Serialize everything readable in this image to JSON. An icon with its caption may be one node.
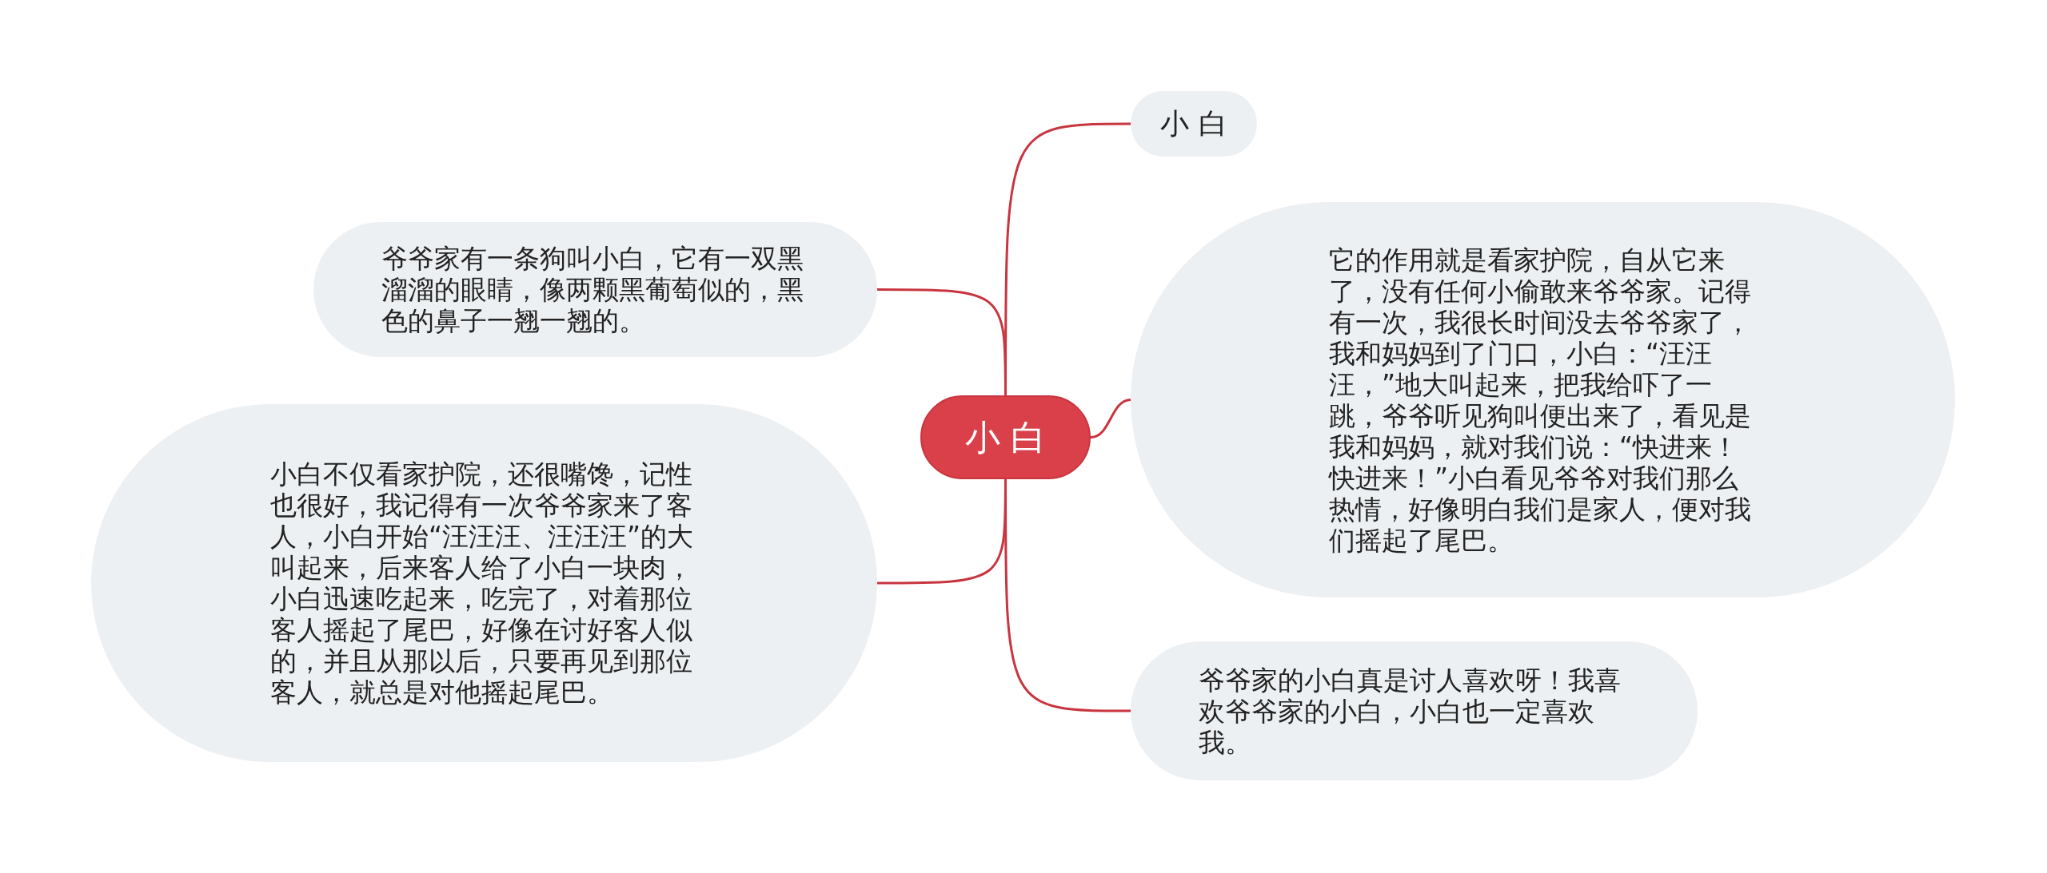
{
  "diagram": {
    "nodes": [
      {
        "text": [
          "小 白"
        ]
      },
      {
        "text": [
          "小 白"
        ]
      },
      {
        "text": [
          "爷爷家有一条狗叫小白，它有一双黑溜溜的眼睛，像两颗黑葡萄似的，黑色的鼻子一翘一翘的。"
        ]
      },
      {
        "text": [
          "它的作用就是看家护院，自从它来了，没有任何小偷敢来爷爷家。记得有一次，我很长时间没去爷爷家了，我和妈妈到了门口，小白：“汪汪汪，”地大叫起来，把我给吓了一跳，爷爷听见狗叫便出来了，看见是我和妈妈，就对我们说：“快进来！快进来！”小白看见爷爷对我们那么热情，好像明白我们是家人，便对我们摇起了尾巴。"
        ]
      },
      {
        "text": [
          "小白不仅看家护院，还很嘴馋，记性也很好，我记得有一次爷爷家来了客人，小白开始“汪汪汪、汪汪汪”的大叫起来，后来客人给了小白一块肉，小白迅速吃起来，吃完了，对着那位客人摇起了尾巴，好像在讨好客人似的，并且从那以后，只要再见到那位客人，就总是对他摇起尾巴。"
        ]
      },
      {
        "text": [
          "爷爷家的小白真是讨人喜欢呀！我喜欢爷爷家的小白，小白也一定喜欢我。"
        ]
      }
    ],
    "edges": [
      {
        "from": 0,
        "to": 1,
        "arrow": "none"
      },
      {
        "from": 0,
        "to": 2,
        "arrow": "none"
      },
      {
        "from": 0,
        "to": 3,
        "arrow": "none"
      },
      {
        "from": 0,
        "to": 4,
        "arrow": "none"
      },
      {
        "from": 0,
        "to": 5,
        "arrow": "none"
      }
    ]
  }
}
